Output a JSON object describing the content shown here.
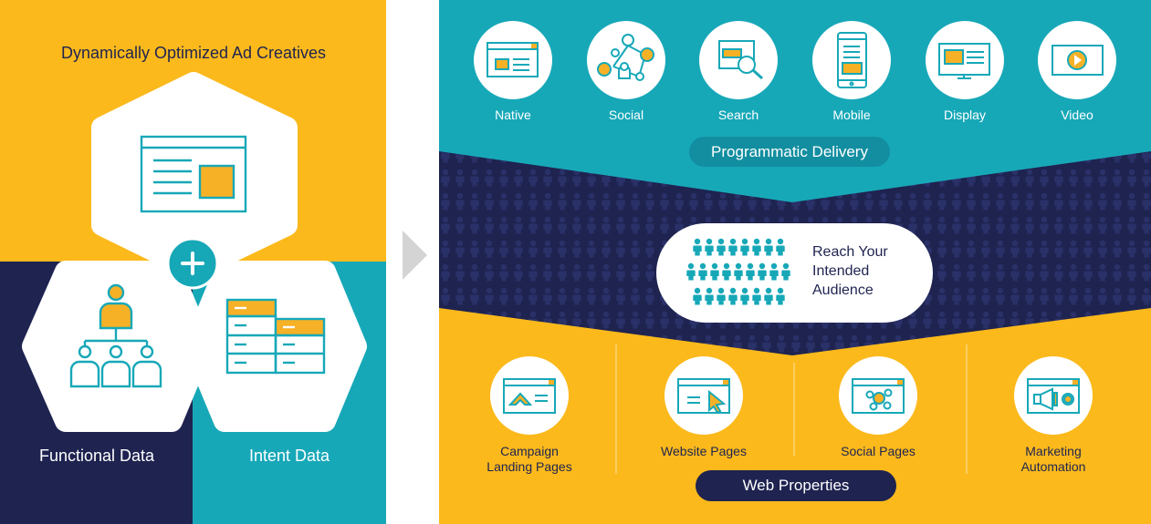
{
  "left_panel": {
    "title": "Dynamically Optimized Ad Creatives",
    "functional_label": "Functional Data",
    "intent_label": "Intent Data",
    "plus_icon": "plus-icon",
    "creative_icon": "ad-creative-icon",
    "functional_icon": "org-chart-icon",
    "intent_icon": "data-table-icon"
  },
  "channels": [
    {
      "label": "Native",
      "icon": "native-ad-icon"
    },
    {
      "label": "Social",
      "icon": "social-network-icon"
    },
    {
      "label": "Search",
      "icon": "search-icon"
    },
    {
      "label": "Mobile",
      "icon": "mobile-icon"
    },
    {
      "label": "Display",
      "icon": "display-monitor-icon"
    },
    {
      "label": "Video",
      "icon": "video-play-icon"
    }
  ],
  "programmatic_label": "Programmatic Delivery",
  "audience": {
    "line1": "Reach Your",
    "line2": "Intended",
    "line3": "Audience",
    "icon": "audience-crowd-icon"
  },
  "web_properties": [
    {
      "line1": "Campaign",
      "line2": "Landing Pages",
      "icon": "landing-page-icon"
    },
    {
      "line1": "Website Pages",
      "line2": "",
      "icon": "website-cursor-icon"
    },
    {
      "line1": "Social Pages",
      "line2": "",
      "icon": "social-page-icon"
    },
    {
      "line1": "Marketing",
      "line2": "Automation",
      "icon": "megaphone-icon"
    }
  ],
  "web_properties_label": "Web Properties",
  "colors": {
    "yellow": "#fbb91c",
    "teal": "#17a8b8",
    "navy": "#1e2350",
    "orange": "#f7b126",
    "gray_arrow": "#d4d4d4"
  }
}
